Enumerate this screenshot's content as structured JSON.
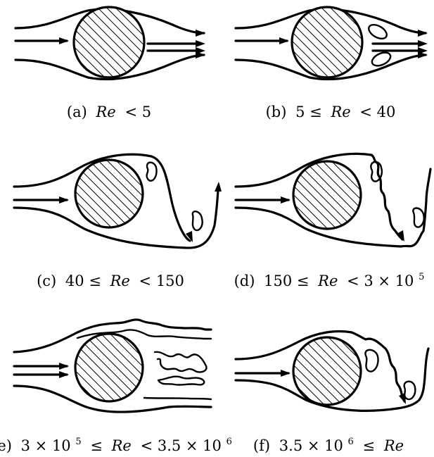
{
  "figure": {
    "panels": [
      {
        "id": "a",
        "label": "(a)",
        "prefix": "",
        "variable": "Re",
        "suffix": "< 5",
        "exponent": "",
        "suffix2": ""
      },
      {
        "id": "b",
        "label": "(b)",
        "prefix": "5 ≤",
        "variable": "Re",
        "suffix": "< 40",
        "exponent": "",
        "suffix2": ""
      },
      {
        "id": "c",
        "label": "(c)",
        "prefix": "40 ≤",
        "variable": "Re",
        "suffix": "< 150",
        "exponent": "",
        "suffix2": ""
      },
      {
        "id": "d",
        "label": "(d)",
        "prefix": "150 ≤",
        "variable": "Re",
        "suffix": "< 3 × 10",
        "exponent": "5",
        "suffix2": ""
      },
      {
        "id": "e",
        "label": "(e)",
        "prefix": "3 × 10",
        "prefix_exponent": "5",
        "prefix2": "≤",
        "variable": "Re",
        "suffix": "< 3.5 × 10",
        "exponent": "6",
        "suffix2": ""
      },
      {
        "id": "f",
        "label": "(f)",
        "prefix": "3.5 × 10",
        "prefix_exponent": "6",
        "prefix2": "≤",
        "variable": "Re",
        "suffix": "",
        "exponent": "",
        "suffix2": ""
      }
    ],
    "hatch_color": "#000000",
    "line_color": "#000000",
    "background": "#ffffff"
  }
}
